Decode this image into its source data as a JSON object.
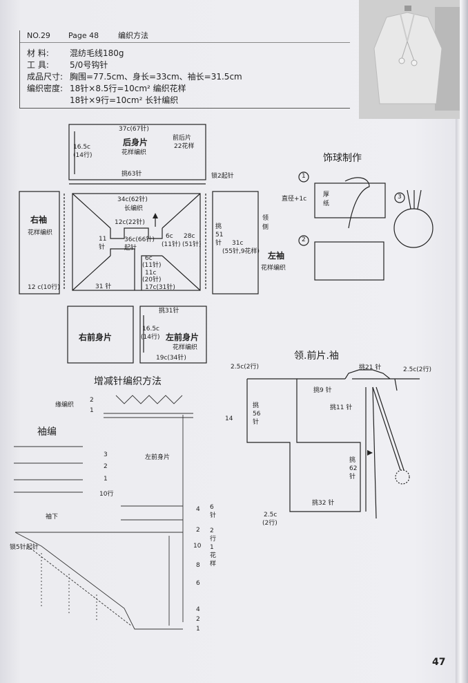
{
  "header": {
    "no": "NO.29",
    "page": "Page 48",
    "section": "编织方法",
    "materials_label": "材 料:",
    "materials": "混纺毛线180g",
    "tools_label": "工 具:",
    "tools": "5/0号钩针",
    "size_label": "成品尺寸:",
    "size": "胸围=77.5cm、身长=33cm、袖长=31.5cm",
    "gauge_label": "编织密度:",
    "gauge1": "18针×8.5行=10cm² 编织花样",
    "gauge2": "18针×9行=10cm² 长针编织"
  },
  "schematic": {
    "back_top": "37c(67针)",
    "back_title": "后身片",
    "back_pattern": "花样编织",
    "back_side": "16.5c",
    "back_side_rows": "(14行)",
    "back_front_note": "前后片",
    "back_front_note2": "22花样",
    "pick63": "挑63针",
    "chain2": "锁2起针",
    "yoke_top": "34c(62针)",
    "yoke_pattern": "长编织",
    "neck": "12c(22针)",
    "eleven": "11",
    "zhen": "针",
    "center": "36c(66针)",
    "qizhen": "起针",
    "six_c": "6c",
    "eleven_zhen": "(11针)",
    "c28": "28c",
    "c28_rows": "(51针)",
    "six_c2": "6c",
    "eleven_zhen2": "(11针)",
    "c11": "11c",
    "c11_zhen": "(20针)",
    "c17": "17c(31针)",
    "z31": "31 针",
    "left_sleeve_right": "右袖",
    "right_sleeve_pattern": "花样编织",
    "right_sleeve_bottom": "12 c(10行)",
    "pick51": "挑",
    "pick51b": "51",
    "pick51c": "针",
    "c31": "31c",
    "c31b": "(55针,9花样)",
    "lingce": "领",
    "lingce2": "侧",
    "left_sleeve": "左袖",
    "left_sleeve_pattern": "花样编织",
    "right_front": "右前身片",
    "left_front": "左前身片",
    "pick31": "挑31针",
    "lf_side": "16.5c",
    "lf_rows": "(14行)",
    "lf_pattern": "花样编织",
    "lf_bottom": "19c(34针)"
  },
  "pompom": {
    "title": "饰球制作",
    "step1": "1",
    "step2": "2",
    "step3": "3",
    "diameter": "直径+1c",
    "card": "厚",
    "card2": "纸"
  },
  "collar": {
    "title": "领.前片.袖",
    "top_left": "2.5c(2行)",
    "top_right": "2.5c(2行)",
    "pick21": "挑21 针",
    "pick9": "挑9 针",
    "pick11": "挑11 针",
    "pick56": "挑",
    "pick56b": "56",
    "pick56c": "针",
    "pick62": "挑",
    "pick62b": "62",
    "pick62c": "针",
    "pick32": "挑32 针",
    "bottom_left": "2.5c",
    "bottom_left2": "(2行)"
  },
  "incdec": {
    "title": "增减针编织方法",
    "edge": "缘编织",
    "r2": "2",
    "r1": "1",
    "r14": "14",
    "left_front": "左前身片"
  },
  "sleeve": {
    "title": "袖编",
    "r3": "3",
    "r2": "2",
    "r1": "1",
    "r10": "10行",
    "under": "袖下",
    "chain5": "锁5针起针",
    "r4": "4",
    "r2b": "2",
    "r10b": "10",
    "r8": "8",
    "r6": "6",
    "r4b": "4",
    "r2c": "2",
    "r1b": "1",
    "six": "6",
    "zhen": "针",
    "two": "2",
    "hang": "行",
    "one": "1",
    "hua": "花",
    "yang": "样"
  },
  "page_number": "47"
}
